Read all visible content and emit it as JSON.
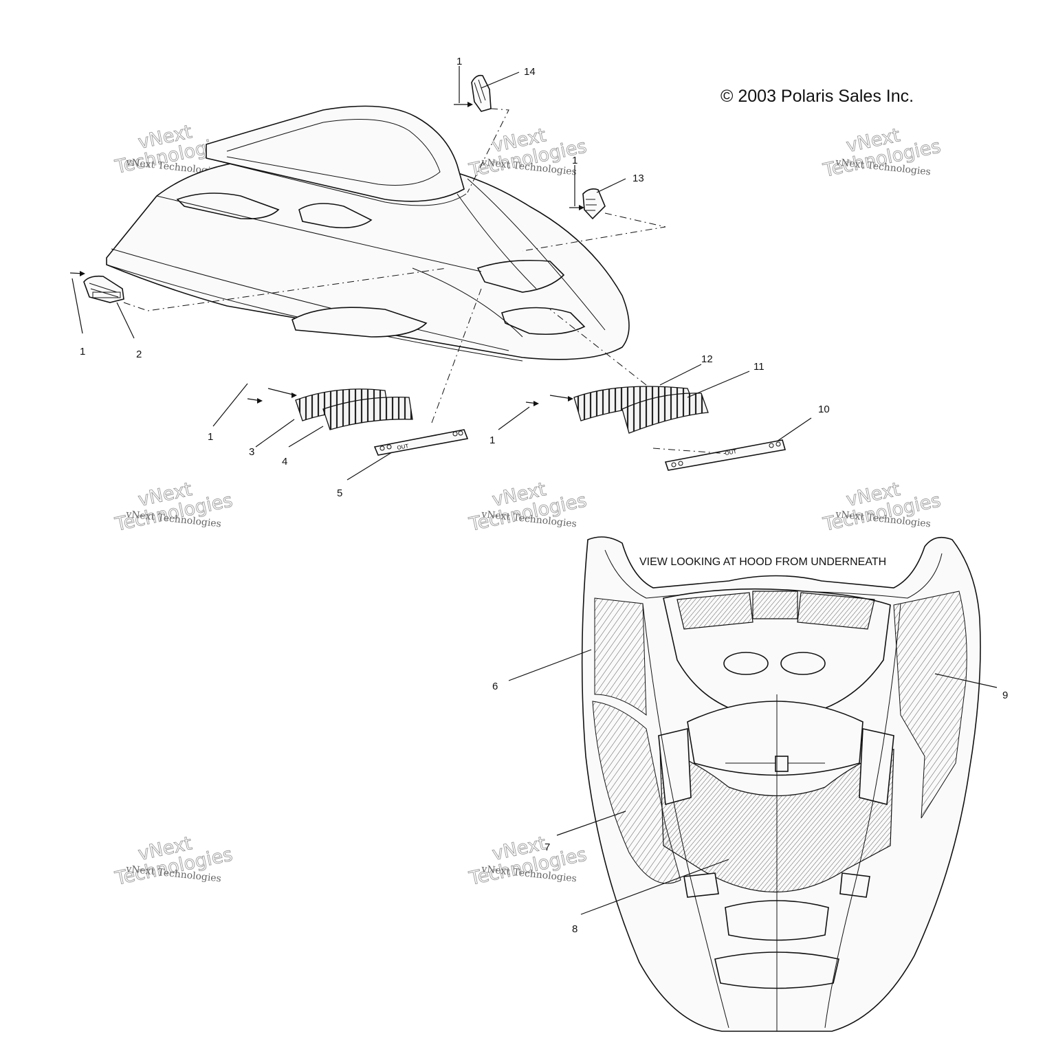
{
  "copyright": "© 2003 Polaris Sales Inc.",
  "view_caption": "VIEW LOOKING AT HOOD FROM UNDERNEATH",
  "strip_text": "OUT",
  "watermark": {
    "line1": "vNext Technologies",
    "line2": "vNext",
    "line3": "Technologies"
  },
  "callouts": {
    "c1a": "1",
    "c1b": "1",
    "c1c": "1",
    "c1d": "1",
    "c1e": "1",
    "c2": "2",
    "c3": "3",
    "c4": "4",
    "c5": "5",
    "c6": "6",
    "c7": "7",
    "c8": "8",
    "c9": "9",
    "c10": "10",
    "c11": "11",
    "c12": "12",
    "c13": "13",
    "c14": "14"
  }
}
